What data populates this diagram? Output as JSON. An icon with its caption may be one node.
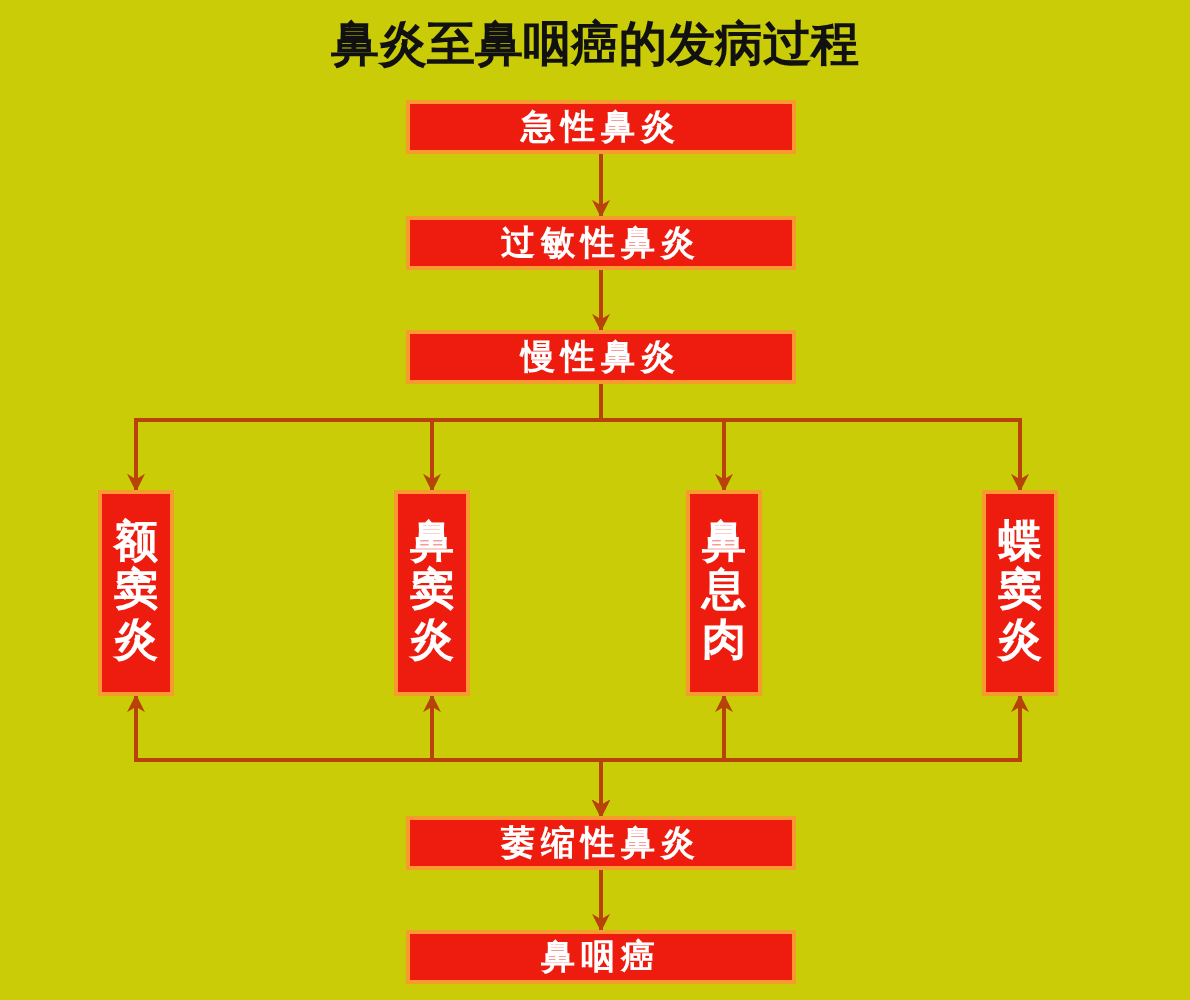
{
  "diagram": {
    "title": "鼻炎至鼻咽癌的发病过程",
    "nodes": [
      {
        "text": [
          "急性鼻炎"
        ]
      },
      {
        "text": [
          "过敏性鼻炎"
        ]
      },
      {
        "text": [
          "慢性鼻炎"
        ]
      },
      {
        "text": [
          "额窦炎"
        ]
      },
      {
        "text": [
          "鼻窦炎"
        ]
      },
      {
        "text": [
          "鼻息肉"
        ]
      },
      {
        "text": [
          "蝶窦炎"
        ]
      },
      {
        "text": [
          "萎缩性鼻炎"
        ]
      },
      {
        "text": [
          "鼻咽癌"
        ]
      }
    ],
    "edges": [
      {
        "from": 0,
        "to": 1,
        "arrow": "to"
      },
      {
        "from": 1,
        "to": 2,
        "arrow": "to"
      },
      {
        "from": 2,
        "to": 3,
        "arrow": "to"
      },
      {
        "from": 2,
        "to": 4,
        "arrow": "to"
      },
      {
        "from": 2,
        "to": 5,
        "arrow": "to"
      },
      {
        "from": 2,
        "to": 6,
        "arrow": "to"
      },
      {
        "from": 3,
        "to": 7,
        "arrow": "both"
      },
      {
        "from": 4,
        "to": 7,
        "arrow": "both"
      },
      {
        "from": 5,
        "to": 7,
        "arrow": "both"
      },
      {
        "from": 6,
        "to": 7,
        "arrow": "both"
      },
      {
        "from": 7,
        "to": 8,
        "arrow": "to"
      }
    ]
  }
}
